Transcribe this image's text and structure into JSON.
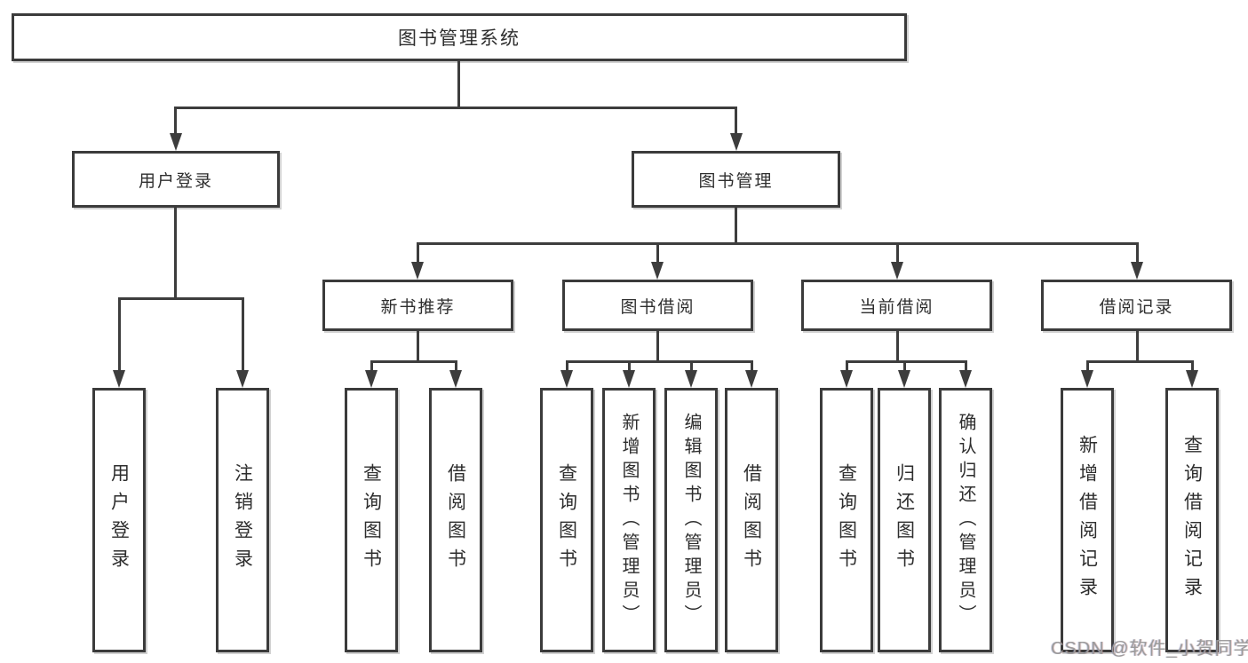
{
  "nodes": {
    "root": "图书管理系统",
    "login": {
      "label": "用户登录",
      "children": [
        "用户登录",
        "注销登录"
      ]
    },
    "mgmt": {
      "label": "图书管理",
      "children": [
        {
          "label": "新书推荐",
          "children": [
            "查询图书",
            "借阅图书"
          ]
        },
        {
          "label": "图书借阅",
          "children": [
            "查询图书",
            "新增图书（管理员）",
            "编辑图书（管理员）",
            "借阅图书"
          ]
        },
        {
          "label": "当前借阅",
          "children": [
            "查询图书",
            "归还图书",
            "确认归还（管理员）"
          ]
        },
        {
          "label": "借阅记录",
          "children": [
            "新增借阅记录",
            "查询借阅记录"
          ]
        }
      ]
    }
  },
  "watermark": {
    "text": "CSDN @软件_小贺同学"
  },
  "colors": {
    "line": "#3d3d3d",
    "border": "#3b3b3b",
    "text": "#2e2e2e",
    "watermark_text": "#9b9b9b",
    "background": "#ffffff"
  }
}
